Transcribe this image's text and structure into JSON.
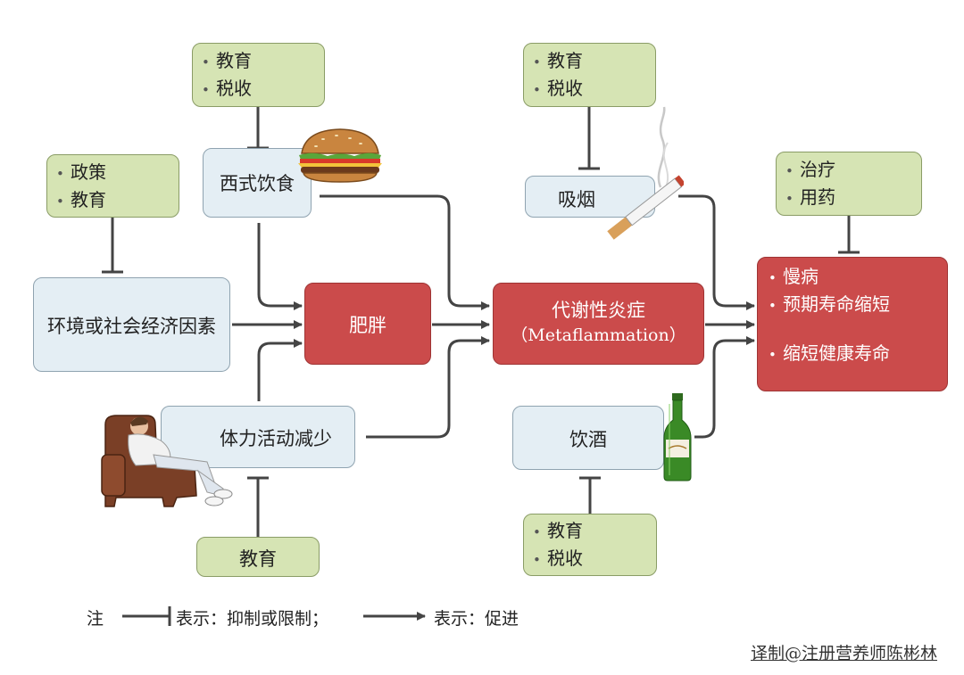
{
  "controls": {
    "diet": [
      "教育",
      "税收"
    ],
    "smoking": [
      "教育",
      "税收"
    ],
    "environment": [
      "政策",
      "教育"
    ],
    "treatment": [
      "治疗",
      "用药"
    ],
    "activity": [
      "教育"
    ],
    "alcohol": [
      "教育",
      "税收"
    ]
  },
  "factors": {
    "diet": "西式饮食",
    "smoking": "吸烟",
    "environment": "环境或社会经济因素",
    "activity": "体力活动减少",
    "alcohol": "饮酒"
  },
  "outcomes": {
    "obesity": "肥胖",
    "metaflammation_title": "代谢性炎症",
    "metaflammation_sub": "（Metaflammation）",
    "disease": [
      "慢病",
      "预期寿命缩短",
      "缩短健康寿命"
    ]
  },
  "legend": {
    "prefix": "注",
    "inhibit": "表示：抑制或限制；",
    "promote": "表示：促进"
  },
  "credit": "译制@注册营养师陈彬林",
  "colors": {
    "green_box": "#d6e4b4",
    "blue_box": "#e4eef4",
    "red_box": "#cb4b4b",
    "arrow": "#444444"
  }
}
